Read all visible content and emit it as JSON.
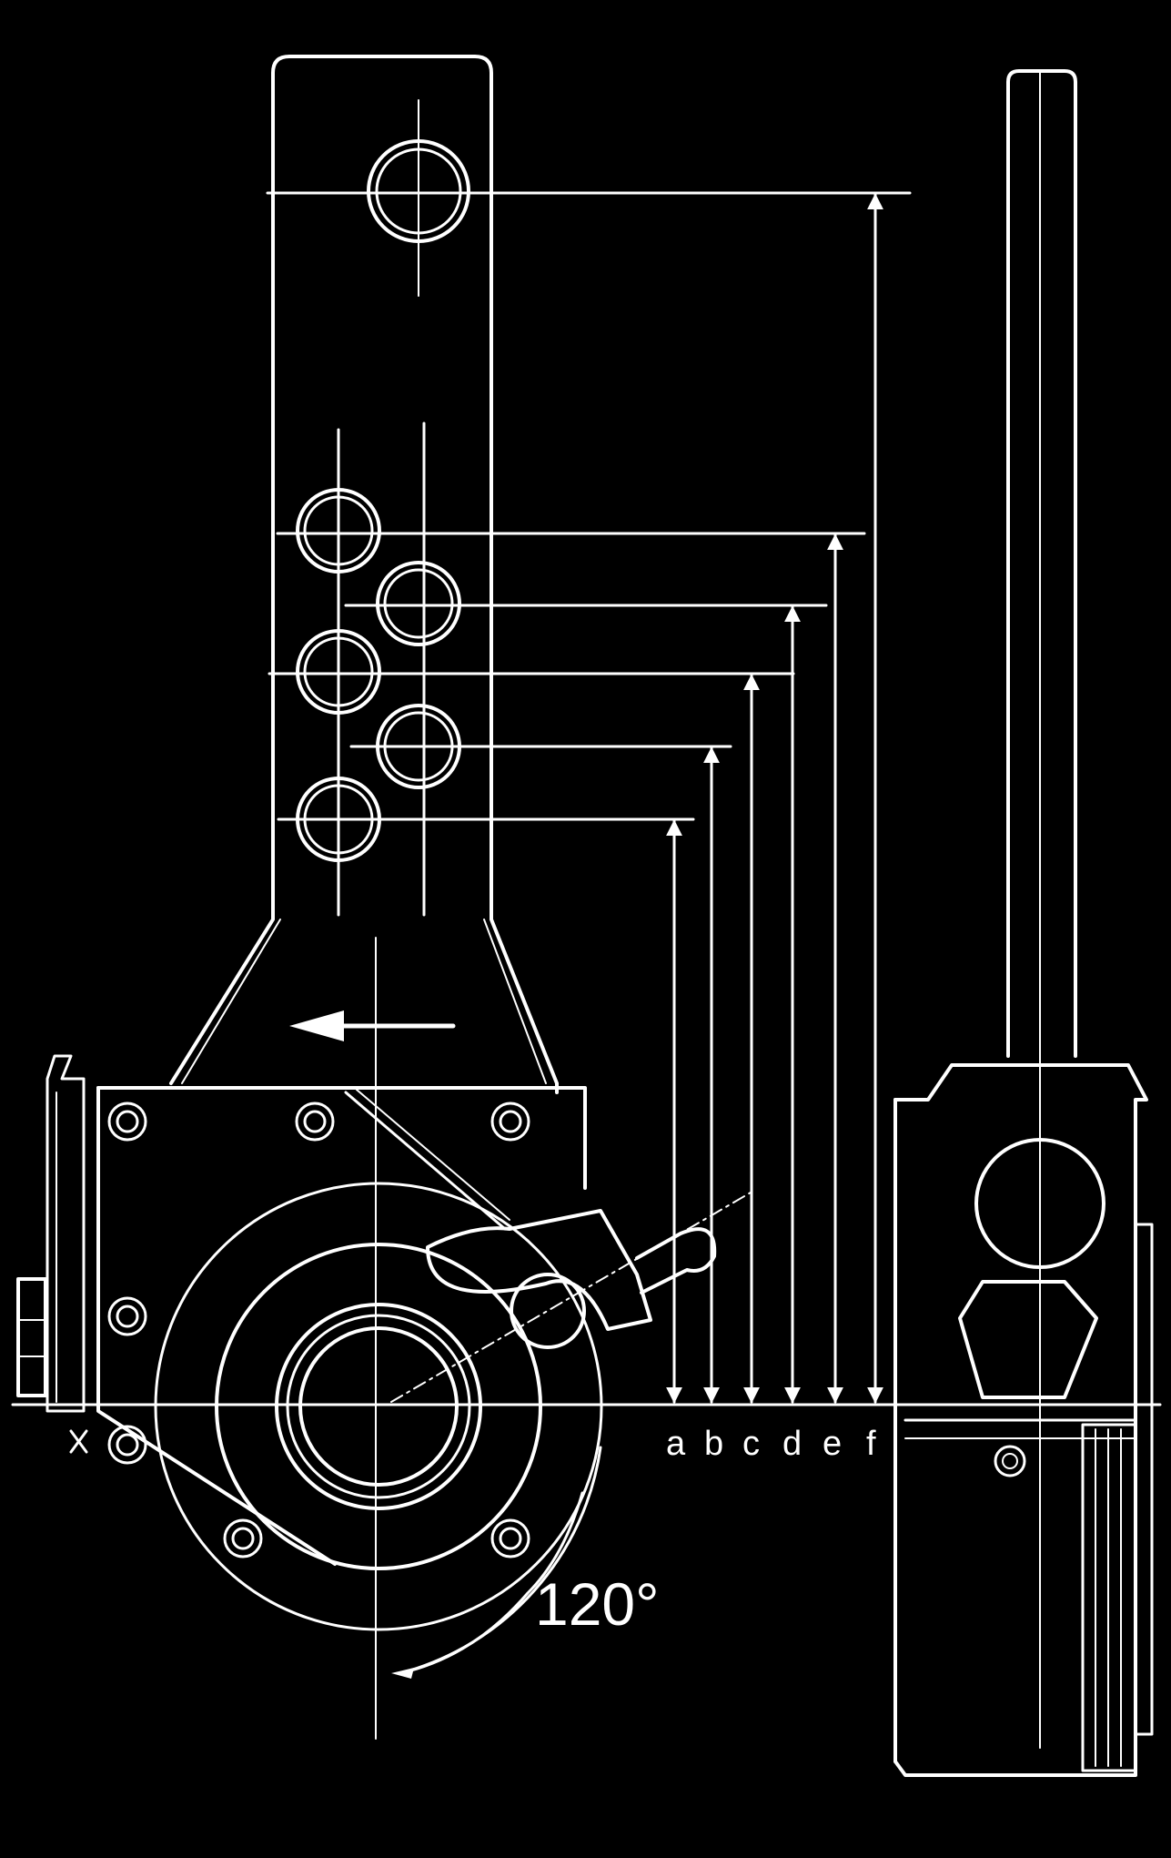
{
  "drawing": {
    "background": "#000000",
    "stroke": "#ffffff",
    "dimension_labels": [
      "a",
      "b",
      "c",
      "d",
      "e",
      "f"
    ],
    "angle_label": "120°"
  }
}
